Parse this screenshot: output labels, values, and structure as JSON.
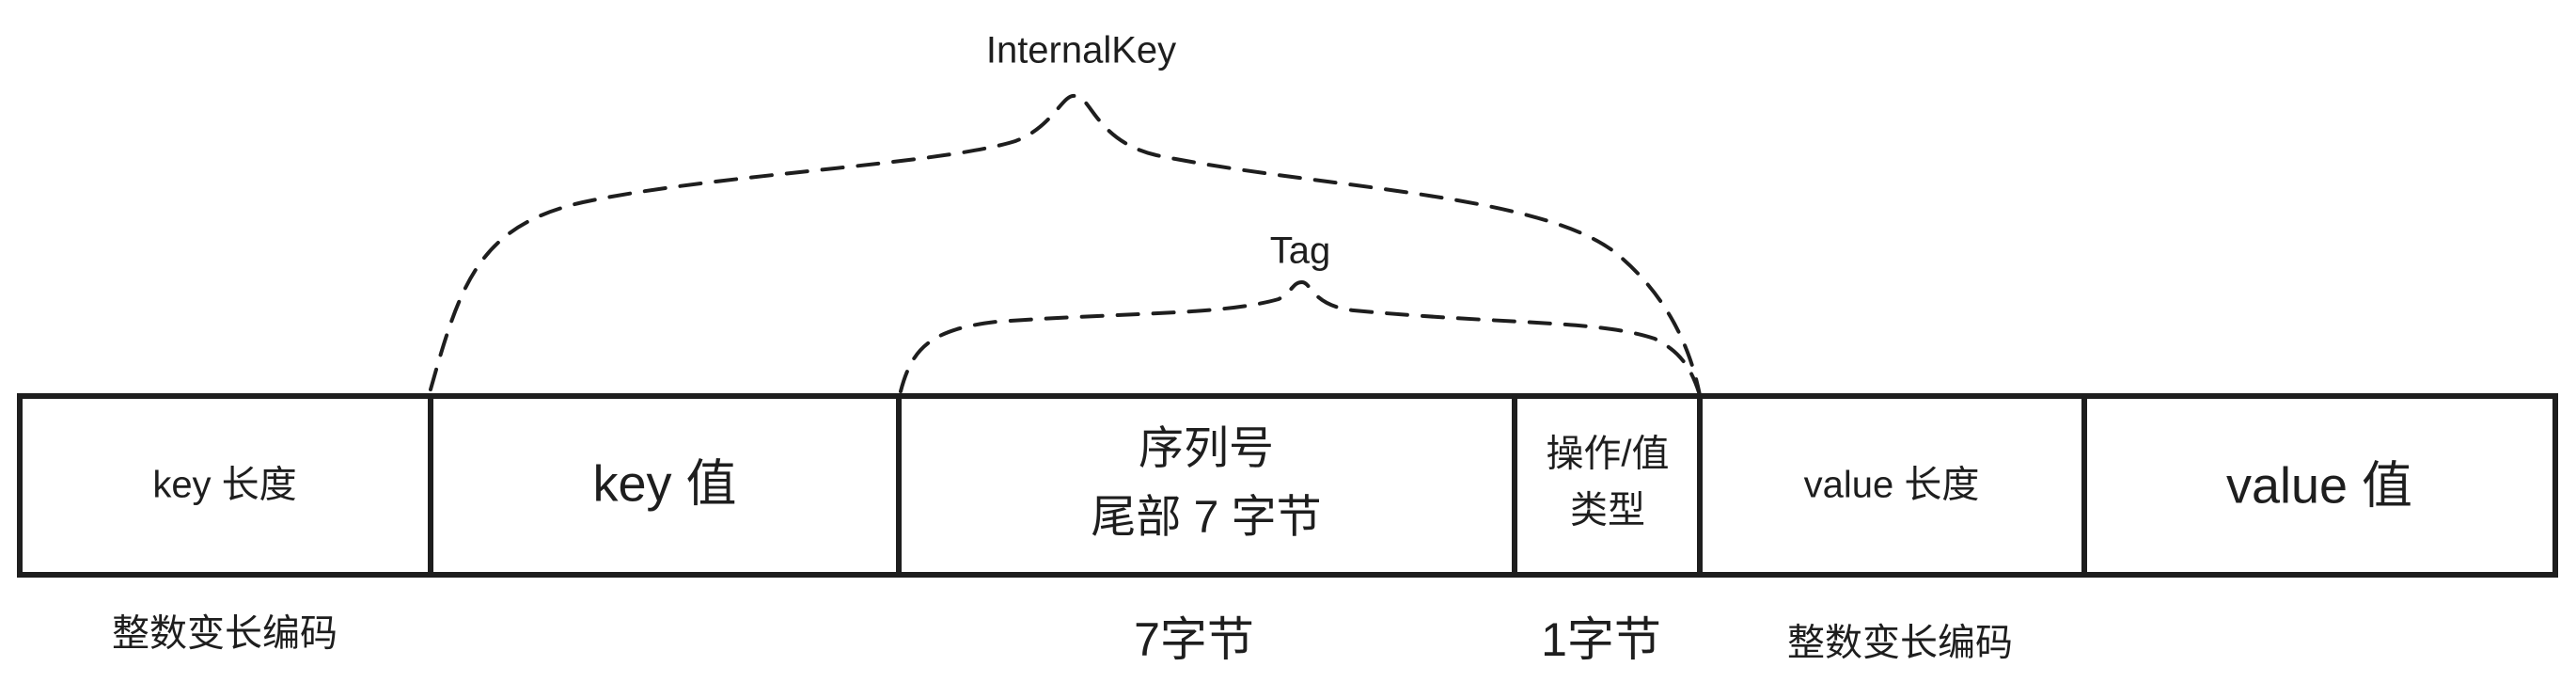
{
  "braces": {
    "internal_key": "InternalKey",
    "tag": "Tag"
  },
  "cells": [
    {
      "lines": [
        "key 长度"
      ]
    },
    {
      "lines": [
        "key 值"
      ]
    },
    {
      "lines": [
        "序列号",
        "尾部 7 字节"
      ]
    },
    {
      "lines": [
        "操作/值",
        "类型"
      ]
    },
    {
      "lines": [
        "value 长度"
      ]
    },
    {
      "lines": [
        "value 值"
      ]
    }
  ],
  "annotations": {
    "key_length": "整数变长编码",
    "sequence": "7字节",
    "type": "1字节",
    "value_length": "整数变长编码"
  }
}
